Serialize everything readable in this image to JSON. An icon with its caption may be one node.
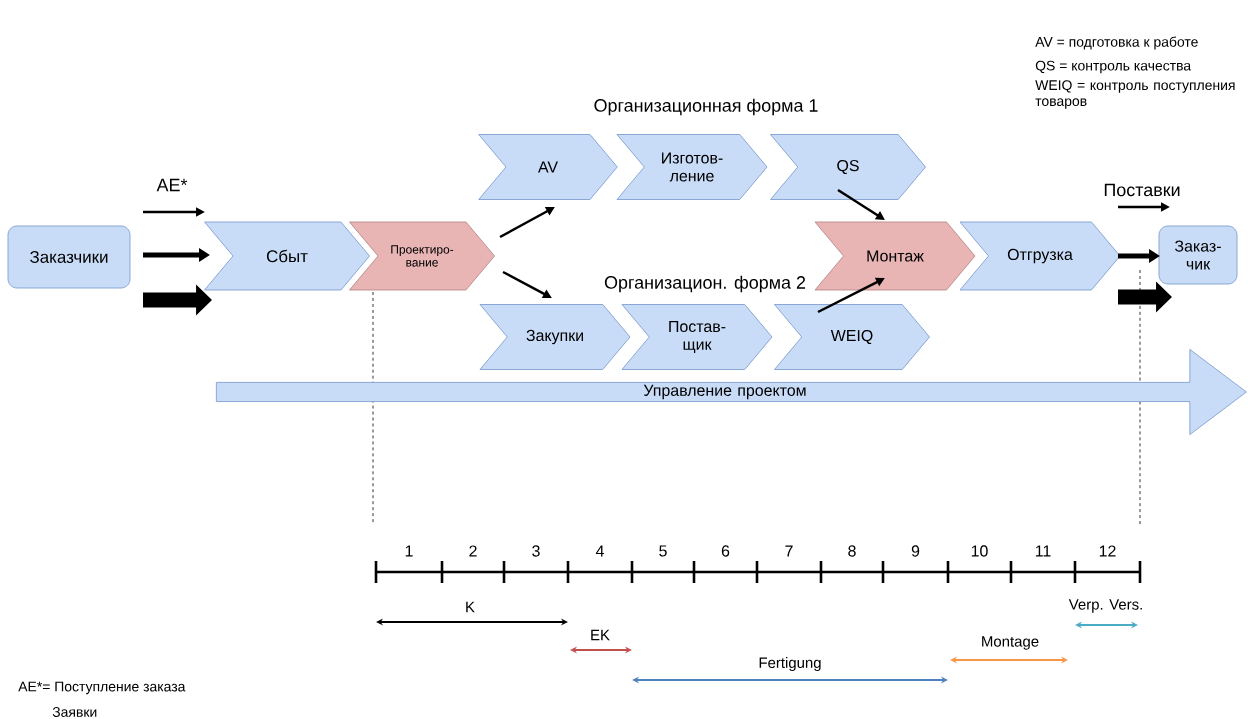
{
  "diagram": {
    "nodes": [
      {
        "text": [
          "Заказчики"
        ]
      },
      {
        "text": [
          "Сбыт"
        ]
      },
      {
        "text": [
          "Проектиро- вание"
        ]
      },
      {
        "text": [
          "AV"
        ]
      },
      {
        "text": [
          "Изготов- ление"
        ]
      },
      {
        "text": [
          "QS"
        ]
      },
      {
        "text": [
          "Закупки"
        ]
      },
      {
        "text": [
          "Постав- щик"
        ]
      },
      {
        "text": [
          "WEIQ"
        ]
      },
      {
        "text": [
          "Монтаж"
        ]
      },
      {
        "text": [
          "Отгрузка"
        ]
      },
      {
        "text": [
          "Заказ- чик"
        ]
      },
      {
        "text": [
          "Управление проектом"
        ]
      }
    ],
    "edges": [
      {
        "from": 0,
        "to": 1,
        "arrow": "to",
        "label": "AE*"
      },
      {
        "from": 0,
        "to": 1,
        "arrow": "to",
        "style": "thick"
      },
      {
        "from": 0,
        "to": 1,
        "arrow": "to",
        "style": "thick"
      },
      {
        "from": 2,
        "to": 3,
        "arrow": "to"
      },
      {
        "from": 2,
        "to": 6,
        "arrow": "to"
      },
      {
        "from": 5,
        "to": 9,
        "arrow": "to"
      },
      {
        "from": 8,
        "to": 9,
        "arrow": "to"
      },
      {
        "from": 10,
        "to": 11,
        "arrow": "to",
        "label": "Поставки"
      },
      {
        "from": 10,
        "to": 11,
        "arrow": "to",
        "style": "thick"
      },
      {
        "from": 10,
        "to": 11,
        "arrow": "to",
        "style": "thick"
      }
    ],
    "labels": [
      "AV = подготовка к работе",
      "QS = контроль качества",
      "WEIQ = контроль поступления товаров",
      "Организационная форма 1",
      "Организацион. форма 2",
      "1",
      "2",
      "3",
      "4",
      "5",
      "6",
      "7",
      "8",
      "9",
      "10",
      "11",
      "12",
      "K",
      "Verp. Vers.",
      "EK",
      "Montage",
      "Fertigung",
      "AE*= Поступление заказа",
      "Заявки"
    ]
  }
}
